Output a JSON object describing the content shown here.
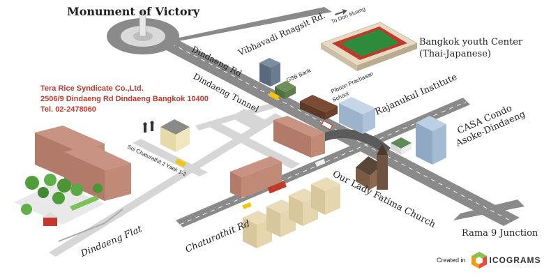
{
  "map": {
    "title": "Monument of Victory",
    "roads": {
      "vibhavadi": "Vibhavadi Rnagsit Rd.",
      "don_muang": "To Don Muang",
      "dindaeng_rd": "Dindaeng Rd",
      "dindaeng_tunnel": "Dindaeng Tunnel",
      "soi_chaturathit": "Soi Chaturathit 2 Yaek 1-2",
      "chaturathit_rd": "Chaturathit Rd"
    },
    "places": {
      "gsb_bank": "GSB Bank",
      "piboon_line1": "Piboon Prachasan",
      "piboon_line2": "School",
      "youth_line1": "Bangkok youth Center",
      "youth_line2": "(Thai-Japanese)",
      "rajanukul": "Rajanukul Institute",
      "casa_line1": "CASA Condo",
      "casa_line2": "Asoke-Dindaeng",
      "lady_fatima": "Our Lady Fatima Church",
      "dindaeng_flat": "Dindaeng Flat",
      "rama9": "Rama 9 Junction"
    },
    "company": {
      "name": "Tera Rice Syndicate Co.,Ltd.",
      "address": "2506/9 Dindaeng Rd Dindaeng Bangkok 10400",
      "tel": "Tel. 02-2478060"
    },
    "credit": {
      "text": "Created in",
      "brand": "ICOGRAMS"
    }
  }
}
